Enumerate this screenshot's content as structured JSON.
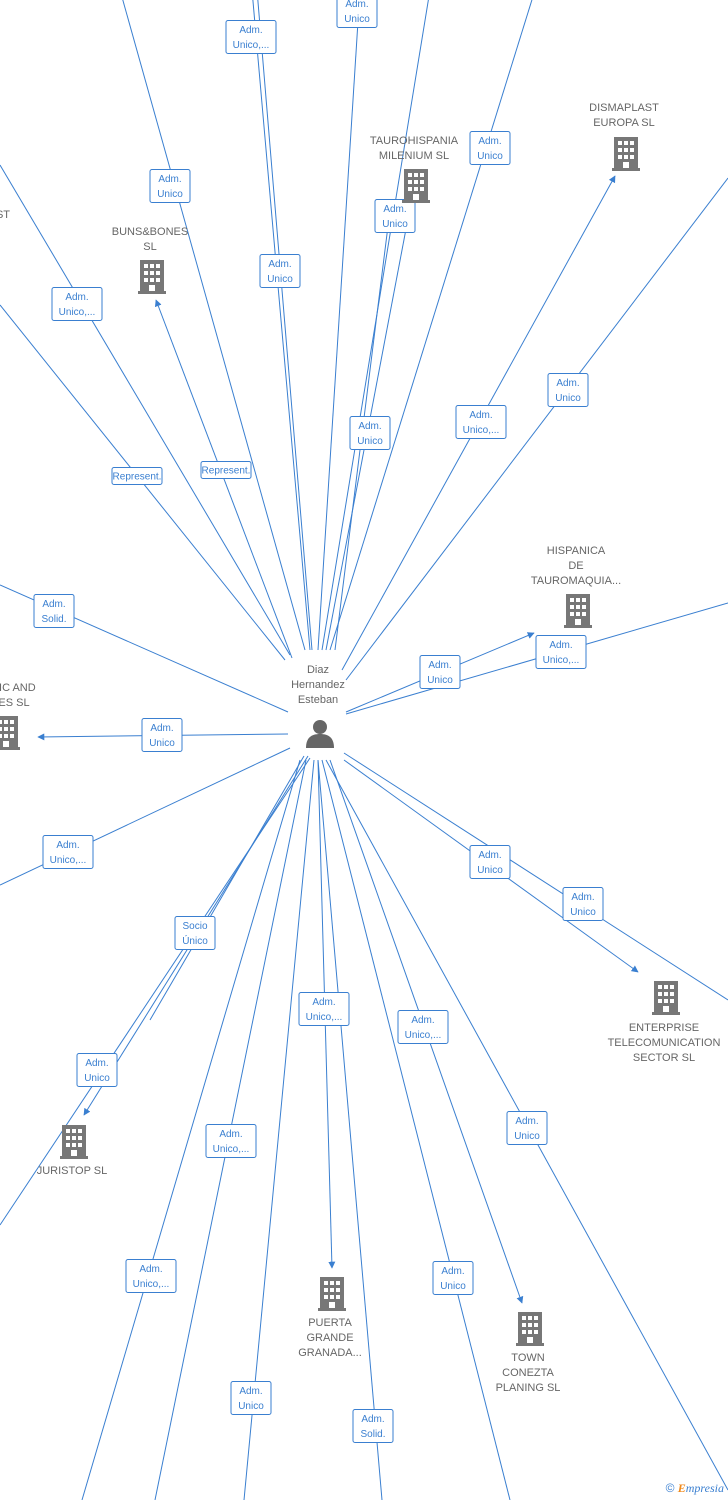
{
  "colors": {
    "edge": "#3a7fd0",
    "building": "#777777",
    "person": "#666666",
    "text": "#666666"
  },
  "center": {
    "id": "person",
    "icon": "person-icon",
    "lines": [
      "Diaz",
      "Hernandez",
      "Esteban"
    ]
  },
  "companies": [
    {
      "id": "buns",
      "icon": "building-icon",
      "lines": [
        "BUNS&BONES",
        "SL"
      ]
    },
    {
      "id": "tauro",
      "icon": "building-icon",
      "lines": [
        "TAUROHISPANIA",
        "MILENIUM  SL"
      ]
    },
    {
      "id": "disma",
      "icon": "building-icon",
      "lines": [
        "DISMAPLAST",
        "EUROPA  SL"
      ]
    },
    {
      "id": "hisp",
      "icon": "building-icon",
      "lines": [
        "HISPANICA",
        "DE",
        "TAUROMAQUIA..."
      ]
    },
    {
      "id": "tic",
      "icon": "building-icon",
      "lines": [
        "TIC AND",
        "ES  SL"
      ]
    },
    {
      "id": "stub_st",
      "icon": "",
      "lines": [
        "ST"
      ]
    },
    {
      "id": "juri",
      "icon": "building-icon",
      "lines": [
        "JURISTOP SL"
      ]
    },
    {
      "id": "ent",
      "icon": "building-icon",
      "lines": [
        "ENTERPRISE",
        "TELECOMUNICATION",
        "SECTOR  SL"
      ]
    },
    {
      "id": "puerta",
      "icon": "building-icon",
      "lines": [
        "PUERTA",
        "GRANDE",
        "GRANADA..."
      ]
    },
    {
      "id": "town",
      "icon": "building-icon",
      "lines": [
        "TOWN",
        "CONEZTA",
        "PLANING  SL"
      ]
    }
  ],
  "edges": [
    {
      "label": [
        "Adm.",
        "Unico,..."
      ]
    },
    {
      "label": [
        "Adm.",
        "Unico"
      ]
    },
    {
      "label": [
        "Adm.",
        "Unico"
      ]
    },
    {
      "label": [
        "Adm.",
        "Unico"
      ]
    },
    {
      "label": [
        "Adm.",
        "Unico"
      ]
    },
    {
      "label": [
        "Adm.",
        "Unico,..."
      ]
    },
    {
      "label": [
        "Adm.",
        "Unico"
      ]
    },
    {
      "label": [
        "Adm.",
        "Unico"
      ]
    },
    {
      "label": [
        "Adm.",
        "Unico,..."
      ]
    },
    {
      "label": [
        "Adm.",
        "Unico"
      ]
    },
    {
      "label": [
        "Represent."
      ]
    },
    {
      "label": [
        "Represent."
      ]
    },
    {
      "label": [
        "Adm.",
        "Unico"
      ]
    },
    {
      "label": [
        "Adm.",
        "Unico,..."
      ]
    },
    {
      "label": [
        "Adm.",
        "Unico,..."
      ]
    },
    {
      "label": [
        "Adm.",
        "Solid."
      ]
    },
    {
      "label": [
        "Adm.",
        "Unico"
      ]
    },
    {
      "label": [
        "Adm.",
        "Unico"
      ]
    },
    {
      "label": [
        "Adm.",
        "Unico,..."
      ]
    },
    {
      "label": [
        "Adm.",
        "Unico"
      ]
    },
    {
      "label": [
        "Adm.",
        "Unico"
      ]
    },
    {
      "label": [
        "Adm.",
        "Unico,..."
      ]
    },
    {
      "label": [
        "Socio",
        "Único"
      ]
    },
    {
      "label": [
        "Adm.",
        "Unico"
      ]
    },
    {
      "label": [
        "Adm.",
        "Unico,..."
      ]
    },
    {
      "label": [
        "Adm.",
        "Unico,..."
      ]
    },
    {
      "label": [
        "Adm.",
        "Unico,..."
      ]
    },
    {
      "label": [
        "Adm.",
        "Unico,..."
      ]
    },
    {
      "label": [
        "Adm.",
        "Unico"
      ]
    },
    {
      "label": [
        "Adm.",
        "Unico"
      ]
    },
    {
      "label": [
        "Adm.",
        "Unico"
      ]
    },
    {
      "label": [
        "Adm.",
        "Solid."
      ]
    }
  ],
  "footer": {
    "copyright_symbol": "©",
    "brand_initial": "E",
    "brand_rest": "mpresia"
  }
}
